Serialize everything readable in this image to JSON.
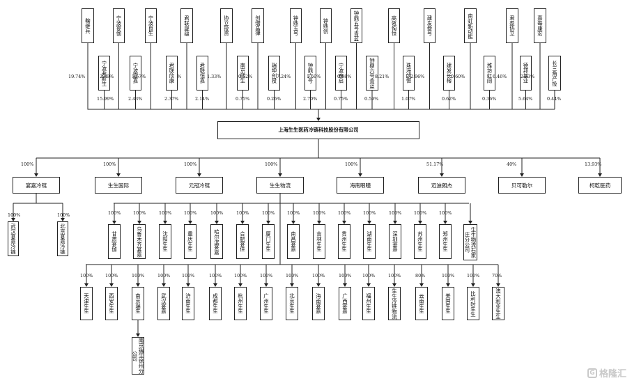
{
  "center": {
    "name": "上海生生医药冷链科技股份有限公司"
  },
  "shareholders": [
    {
      "name": "鞠继兵",
      "pct": "19.74%"
    },
    {
      "name": "宁波弗斯生",
      "pct": "15.99%"
    },
    {
      "name": "宁波宴伽",
      "pct": "2.89%"
    },
    {
      "name": "宁波宴嘉",
      "pct": "2.43%"
    },
    {
      "name": "宁波良生",
      "pct": "1.57%"
    },
    {
      "name": "君联晟蕴",
      "pct": "7.85%"
    },
    {
      "name": "君联欣康",
      "pct": "2.37%"
    },
    {
      "name": "君联恒嘉",
      "pct": "2.14%"
    },
    {
      "name": "协立投资",
      "pct": "1.33%"
    },
    {
      "name": "南京熙生",
      "pct": "0.75%"
    },
    {
      "name": "创熠晶律",
      "pct": "0.52%"
    },
    {
      "name": "瑞坤创投",
      "pct": "0.26%"
    },
    {
      "name": "钟鼎五号",
      "pct": "7.24%"
    },
    {
      "name": "钟鼎六号",
      "pct": "2.70%"
    },
    {
      "name": "钟鼎创",
      "pct": "1.59%"
    },
    {
      "name": "宁波泰启",
      "pct": "0.75%"
    },
    {
      "name": "钟鼎五号青蓝",
      "pct": "0.68%"
    },
    {
      "name": "钟鼎六号青蓝",
      "pct": "0.59%"
    },
    {
      "name": "高瓴恂恒",
      "pct": "8.21%"
    },
    {
      "name": "珠海朗恒",
      "pct": "1.07%"
    },
    {
      "name": "建发叁号",
      "pct": "2.96%"
    },
    {
      "name": "建发长榕",
      "pct": "0.62%"
    },
    {
      "name": "南虹新动能",
      "pct": "0.60%"
    },
    {
      "name": "潍坊虹阔",
      "pct": "0.36%"
    },
    {
      "name": "君盈协立",
      "pct": "6.46%"
    },
    {
      "name": "德邦基业",
      "pct": "5.64%"
    },
    {
      "name": "嘉每康宏",
      "pct": "2.23%"
    },
    {
      "name": "长三角产投",
      "pct": "0.44%"
    }
  ],
  "subsidiaries": [
    {
      "name": "宴嘉冷链",
      "pct": "100%"
    },
    {
      "name": "生生国际",
      "pct": "100%"
    },
    {
      "name": "元冠冷链",
      "pct": "100%"
    },
    {
      "name": "生生物流",
      "pct": "100%"
    },
    {
      "name": "海南眼瞳",
      "pct": "100%"
    },
    {
      "name": "迈迪朗杰",
      "pct": "51.17%"
    },
    {
      "name": "贝可勒尔",
      "pct": "40%"
    },
    {
      "name": "柯乾医药",
      "pct": "13.93%"
    }
  ],
  "yanjia_children": [
    {
      "name": "武汉宴嘉冷链",
      "pct": "100%"
    },
    {
      "name": "北京宴嘉冷链",
      "pct": "100%"
    }
  ],
  "logistics_row1": [
    {
      "name": "甘肃宴伽",
      "pct": "100%"
    },
    {
      "name": "乌鲁木齐宴嘉",
      "pct": "100%"
    },
    {
      "name": "沈阳生生",
      "pct": "100%"
    },
    {
      "name": "重庆生生",
      "pct": "100%"
    },
    {
      "name": "哈尔滨宴嘉",
      "pct": "100%"
    },
    {
      "name": "合肥宴佳",
      "pct": "100%"
    },
    {
      "name": "厦门生生",
      "pct": "100%"
    },
    {
      "name": "南昌宴嘉",
      "pct": "100%"
    },
    {
      "name": "吉林生生",
      "pct": "100%"
    },
    {
      "name": "贵州生生",
      "pct": "100%"
    },
    {
      "name": "湖南生生",
      "pct": "100%"
    },
    {
      "name": "深圳宴嘉",
      "pct": "100%"
    },
    {
      "name": "苏州生生",
      "pct": "100%"
    },
    {
      "name": "郑州生生",
      "pct": "100%"
    },
    {
      "name": "生生物流石家庄分公司",
      "pct": ""
    }
  ],
  "logistics_row2": [
    {
      "name": "天津生生",
      "pct": "100%"
    },
    {
      "name": "西安生生",
      "pct": "100%"
    },
    {
      "name": "南京瑞生",
      "pct": "100%"
    },
    {
      "name": "武汉宴嘉",
      "pct": "100%"
    },
    {
      "name": "济南生生",
      "pct": "100%"
    },
    {
      "name": "成都生生",
      "pct": "100%"
    },
    {
      "name": "杭州生生",
      "pct": "100%"
    },
    {
      "name": "广州生生",
      "pct": "100%"
    },
    {
      "name": "北京生生",
      "pct": "100%"
    },
    {
      "name": "海南宴嘉",
      "pct": "100%"
    },
    {
      "name": "广西宴嘉",
      "pct": "100%"
    },
    {
      "name": "福州生生",
      "pct": "100%"
    },
    {
      "name": "生生冷链物流",
      "pct": "100%"
    },
    {
      "name": "云南生生",
      "pct": "80%"
    },
    {
      "name": "美国生生",
      "pct": "100%"
    },
    {
      "name": "比利时生生",
      "pct": "100%"
    },
    {
      "name": "澳大利亚生生",
      "pct": "70%"
    }
  ],
  "branch": {
    "name": "南京瑞生徐州分公司"
  },
  "watermark": {
    "text": "格隆汇",
    "mark": "G"
  }
}
